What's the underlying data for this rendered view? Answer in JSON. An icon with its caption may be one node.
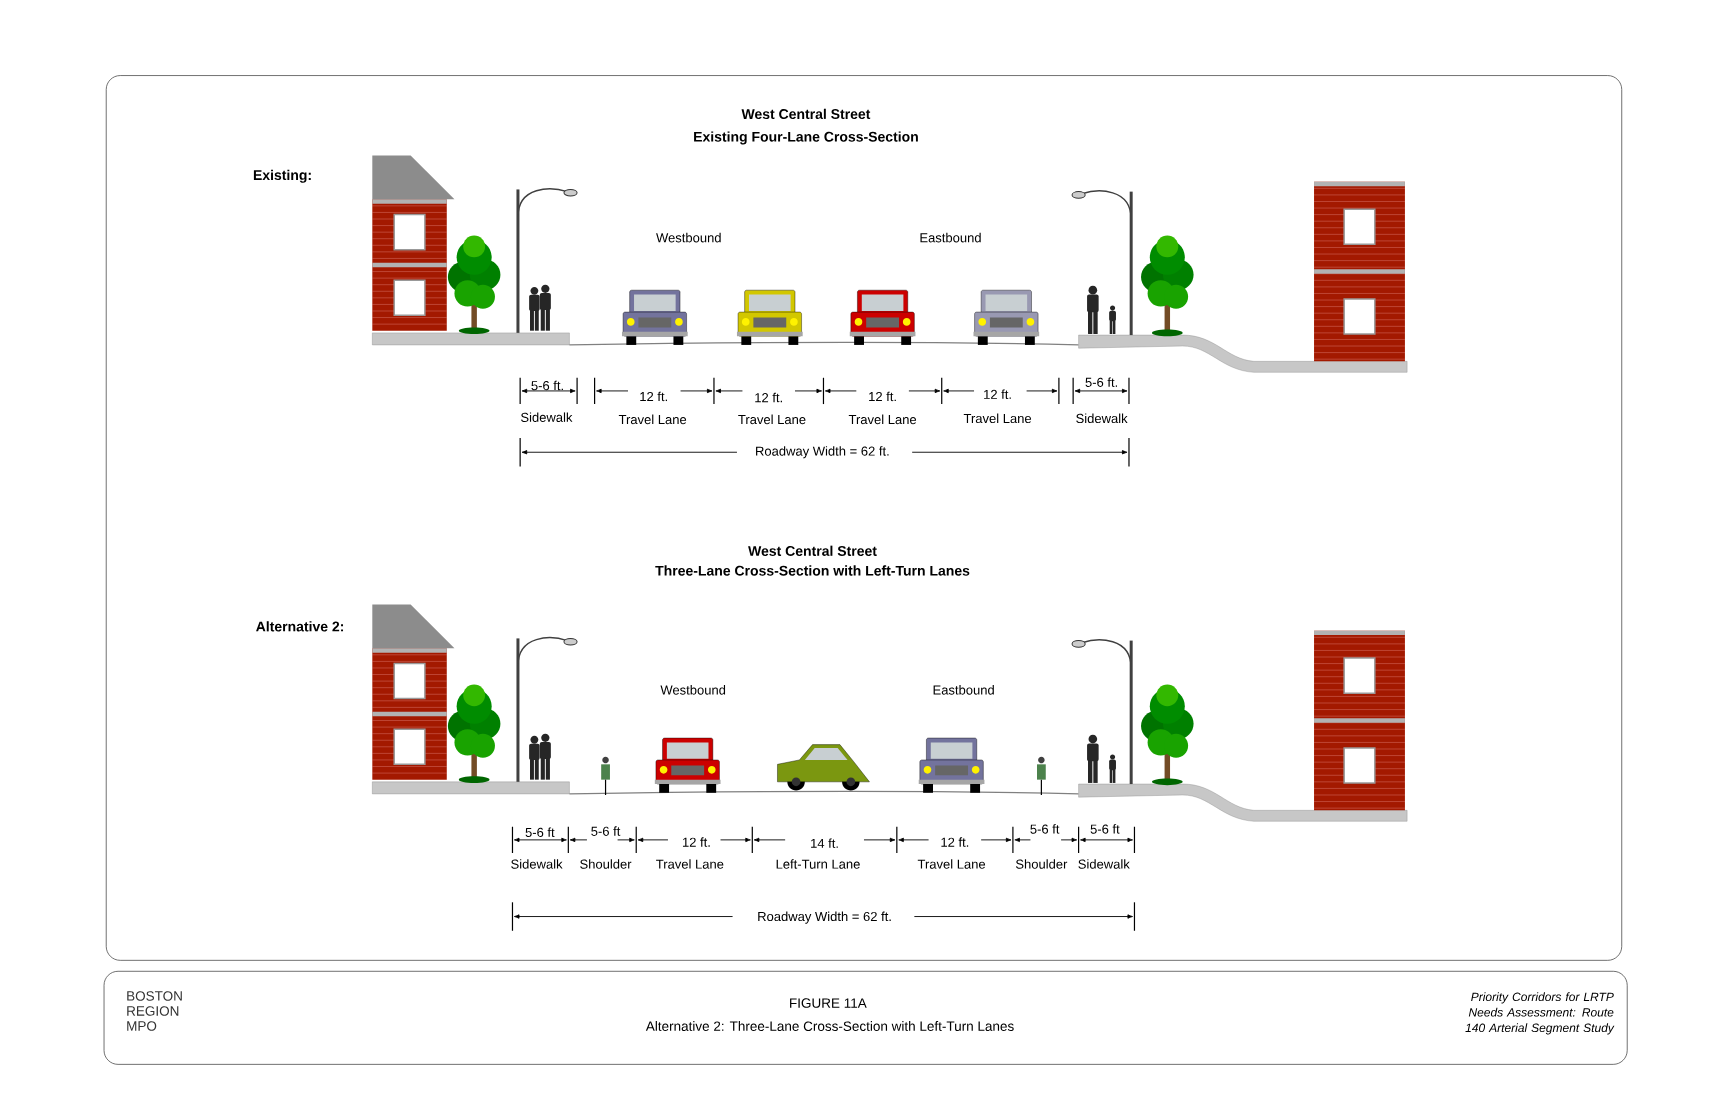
{
  "diagram": {
    "title": "FIGURE 11A",
    "caption": "Alternative 2: Three-Lane Cross-Section with Left-Turn Lanes",
    "labels": [
      "West Central Street",
      "Existing Four-Lane Cross-Section",
      "Existing:",
      "Westbound",
      "Eastbound",
      "5-6 ft.",
      "12 ft.",
      "12 ft.",
      "12 ft.",
      "12 ft.",
      "5-6 ft.",
      "Sidewalk",
      "Travel Lane",
      "Travel Lane",
      "Travel Lane",
      "Travel Lane",
      "Sidewalk",
      "Roadway Width = 62 ft.",
      "West Central Street",
      "Three-Lane Cross-Section with Left-Turn Lanes",
      "Alternative 2:",
      "Westbound",
      "Eastbound",
      "5-6 ft",
      "5-6 ft",
      "12 ft.",
      "14 ft.",
      "12 ft.",
      "5-6 ft",
      "5-6 ft",
      "Sidewalk",
      "Shoulder",
      "Travel Lane",
      "Left-Turn Lane",
      "Travel Lane",
      "Shoulder",
      "Sidewalk",
      "Roadway Width = 62 ft.",
      "BOSTON REGION MPO",
      "Priority Corridors for LRTP Needs Assessment: Route 140 Arterial Segment Study"
    ]
  }
}
